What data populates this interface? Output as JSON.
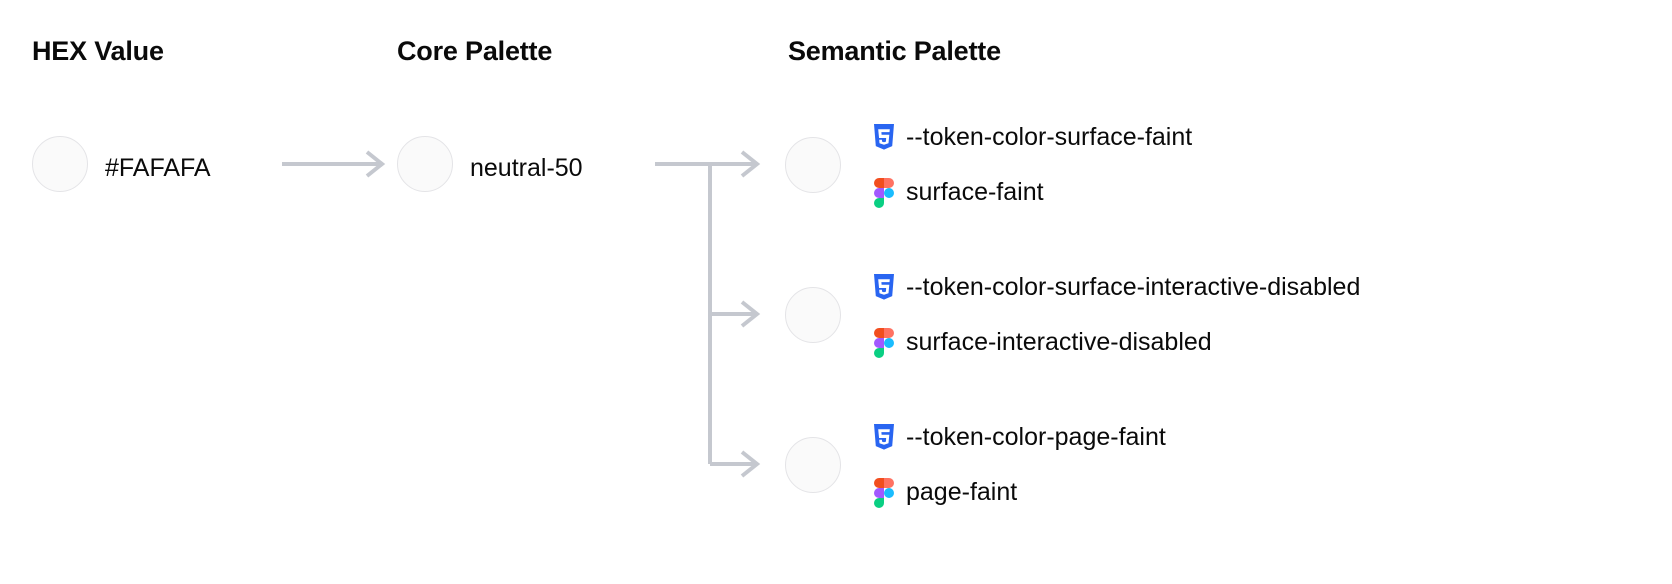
{
  "columns": {
    "hex": "HEX Value",
    "core": "Core Palette",
    "semantic": "Semantic Palette"
  },
  "hex": {
    "value": "#FAFAFA",
    "swatch_color": "#FAFAFA"
  },
  "core": {
    "value": "neutral-50",
    "swatch_color": "#FAFAFA"
  },
  "semantic": {
    "rows": [
      {
        "swatch_color": "#FAFAFA",
        "css_icon": "css3-icon",
        "css_token": "--token-color-surface-faint",
        "figma_icon": "figma-icon",
        "figma_token": "surface-faint"
      },
      {
        "swatch_color": "#FAFAFA",
        "css_icon": "css3-icon",
        "css_token": "--token-color-surface-interactive-disabled",
        "figma_icon": "figma-icon",
        "figma_token": "surface-interactive-disabled"
      },
      {
        "swatch_color": "#FAFAFA",
        "css_icon": "css3-icon",
        "css_token": "--token-color-page-faint",
        "figma_icon": "figma-icon",
        "figma_token": "page-faint"
      }
    ]
  },
  "palette": {
    "swatch_border": "#E4E4E7",
    "connector_line": "#C5C8CF",
    "text": "#0A0A0A",
    "css_icon_blue": "#2965F1",
    "figma_orange": "#F24E1E",
    "figma_red": "#FF7262",
    "figma_purple": "#A259FF",
    "figma_blue": "#1ABCFE",
    "figma_green": "#0ACF83"
  }
}
